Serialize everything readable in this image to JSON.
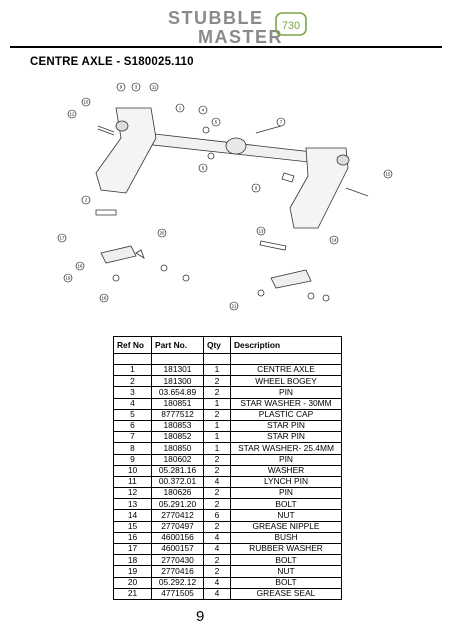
{
  "brand": {
    "word1": "STUBBLE",
    "word2": "MASTER",
    "model": "730"
  },
  "section_title": "CENTRE AXLE - S180025.110",
  "table": {
    "headers": {
      "ref": "Ref No",
      "part": "Part No.",
      "qty": "Qty",
      "desc": "Description"
    },
    "rows": [
      {
        "ref": "1",
        "part": "181301",
        "qty": "1",
        "desc": "CENTRE AXLE"
      },
      {
        "ref": "2",
        "part": "181300",
        "qty": "2",
        "desc": "WHEEL BOGEY"
      },
      {
        "ref": "3",
        "part": "03.654.89",
        "qty": "2",
        "desc": "PIN"
      },
      {
        "ref": "4",
        "part": "180851",
        "qty": "1",
        "desc": "STAR WASHER - 30MM"
      },
      {
        "ref": "5",
        "part": "8777512",
        "qty": "2",
        "desc": "PLASTIC CAP"
      },
      {
        "ref": "6",
        "part": "180853",
        "qty": "1",
        "desc": "STAR PIN"
      },
      {
        "ref": "7",
        "part": "180852",
        "qty": "1",
        "desc": "STAR PIN"
      },
      {
        "ref": "8",
        "part": "180850",
        "qty": "1",
        "desc": "STAR WASHER- 25.4MM"
      },
      {
        "ref": "9",
        "part": "180602",
        "qty": "2",
        "desc": "PIN"
      },
      {
        "ref": "10",
        "part": "05.281.16",
        "qty": "2",
        "desc": "WASHER"
      },
      {
        "ref": "11",
        "part": "00.372.01",
        "qty": "4",
        "desc": "LYNCH PIN"
      },
      {
        "ref": "12",
        "part": "180626",
        "qty": "2",
        "desc": "PIN"
      },
      {
        "ref": "13",
        "part": "05.291.20",
        "qty": "2",
        "desc": "BOLT"
      },
      {
        "ref": "14",
        "part": "2770412",
        "qty": "6",
        "desc": "NUT"
      },
      {
        "ref": "15",
        "part": "2770497",
        "qty": "2",
        "desc": "GREASE NIPPLE"
      },
      {
        "ref": "16",
        "part": "4600156",
        "qty": "4",
        "desc": "BUSH"
      },
      {
        "ref": "17",
        "part": "4600157",
        "qty": "4",
        "desc": "RUBBER WASHER"
      },
      {
        "ref": "18",
        "part": "2770430",
        "qty": "2",
        "desc": "BOLT"
      },
      {
        "ref": "19",
        "part": "2770416",
        "qty": "2",
        "desc": "NUT"
      },
      {
        "ref": "20",
        "part": "05.292.12",
        "qty": "4",
        "desc": "BOLT"
      },
      {
        "ref": "21",
        "part": "4771505",
        "qty": "4",
        "desc": "GREASE SEAL"
      }
    ]
  },
  "callouts": [
    "9",
    "3",
    "11",
    "10",
    "12",
    "1",
    "4",
    "5",
    "6",
    "8",
    "7",
    "13",
    "14",
    "15",
    "16",
    "17",
    "18",
    "19",
    "20",
    "21",
    "2"
  ],
  "page_number": "9"
}
